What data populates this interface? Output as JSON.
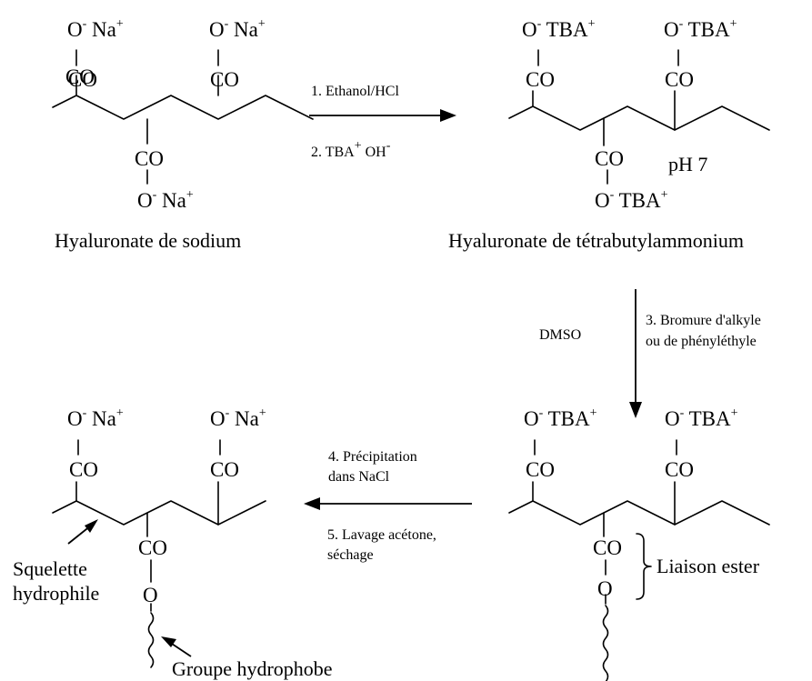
{
  "reagents": {
    "step1": "1. Ethanol/HCl",
    "step2_main": "2. TBA",
    "step2_sup1": "+",
    "step2_oh": " OH",
    "step2_sup2": "-",
    "solvent": "DMSO",
    "step3_line1": "3. Bromure d'alkyle",
    "step3_line2": "ou de phényléthyle",
    "step4_line1": "4. Précipitation",
    "step4_line2": "dans NaCl",
    "step5_line1": "5. Lavage acétone,",
    "step5_line2": "séchage"
  },
  "labels": {
    "O": "O",
    "minus": "-",
    "plus": "+",
    "Na": " Na",
    "TBA": " TBA",
    "CO": "CO"
  },
  "captions": {
    "sodium": "Hyaluronate de sodium",
    "tba": "Hyaluronate de tétrabutylammonium",
    "ph": "pH 7",
    "ester": "Liaison ester",
    "backbone_line1": "Squelette",
    "backbone_line2": "hydrophile",
    "hydrophobe": "Groupe hydrophobe"
  }
}
